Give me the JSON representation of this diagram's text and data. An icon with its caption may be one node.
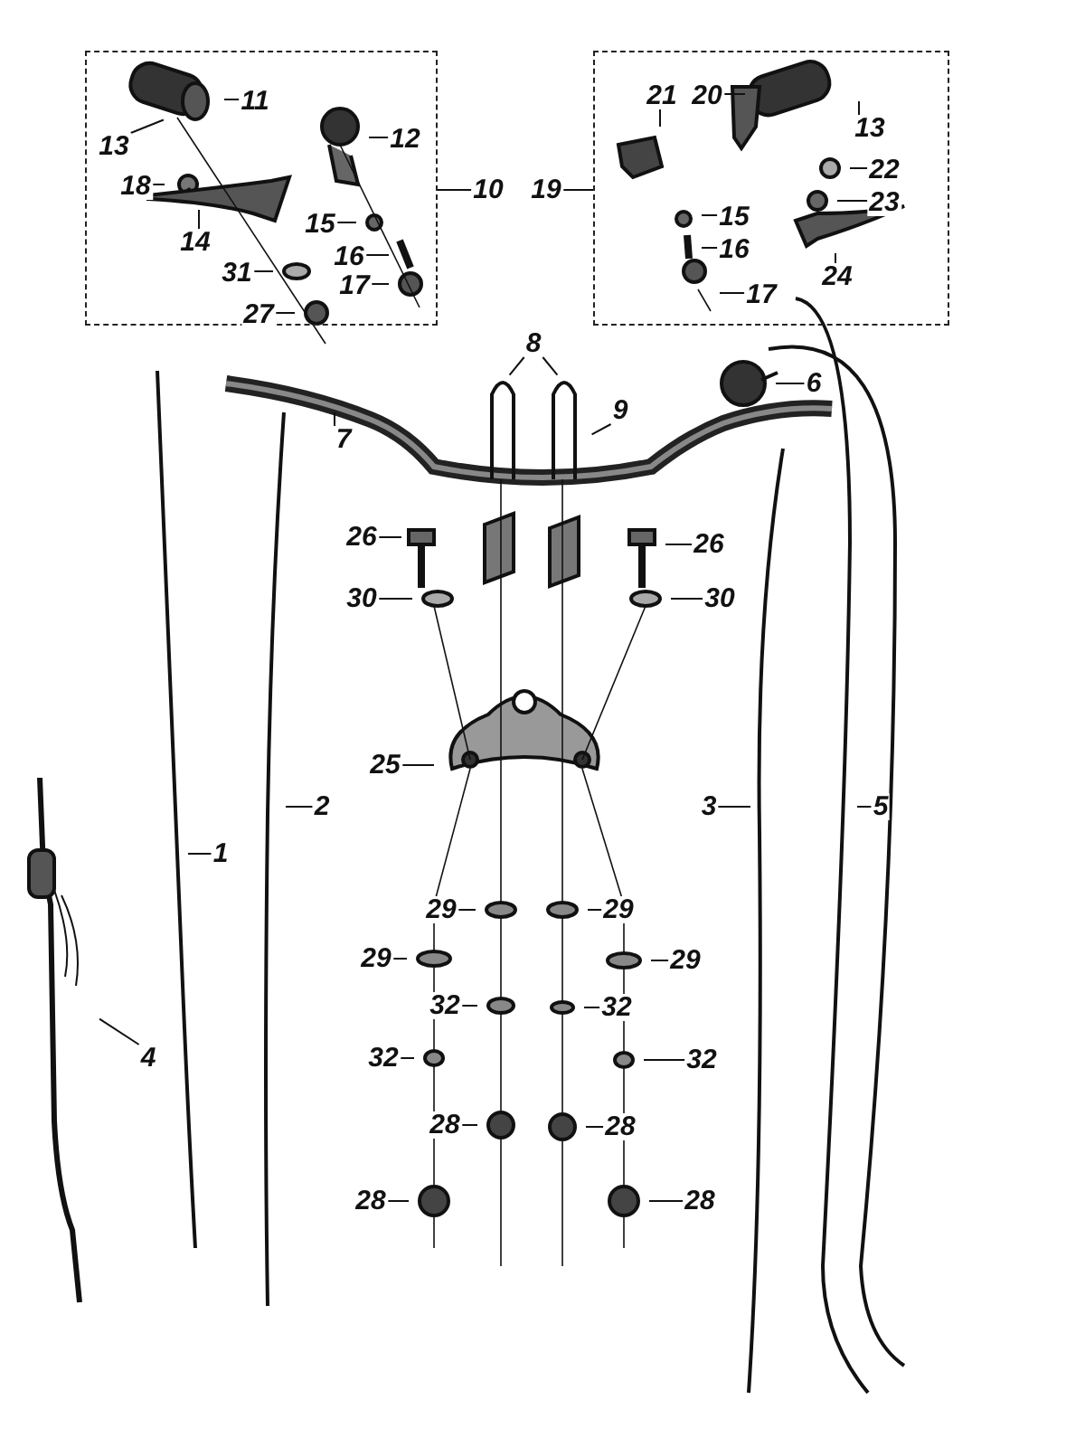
{
  "diagram": {
    "nodes": [
      {
        "text": [],
        "shape": "box"
      },
      {
        "text": [
          "11"
        ],
        "in": 0
      },
      {
        "text": [
          "13"
        ],
        "in": 0
      },
      {
        "text": [
          "18"
        ],
        "in": 0
      },
      {
        "text": [
          "12"
        ],
        "in": 0
      },
      {
        "text": [
          "14"
        ],
        "in": 0
      },
      {
        "text": [
          "15"
        ],
        "in": 0
      },
      {
        "text": [
          "16"
        ],
        "in": 0
      },
      {
        "text": [
          "31"
        ],
        "in": 0
      },
      {
        "text": [
          "17"
        ],
        "in": 0
      },
      {
        "text": [
          "27"
        ],
        "in": 0
      },
      {
        "text": [
          "10"
        ]
      },
      {
        "text": [],
        "shape": "box"
      },
      {
        "text": [
          "19"
        ]
      },
      {
        "text": [
          "21"
        ],
        "in": 12
      },
      {
        "text": [
          "20"
        ],
        "in": 12
      },
      {
        "text": [
          "13"
        ],
        "in": 12
      },
      {
        "text": [
          "22"
        ],
        "in": 12
      },
      {
        "text": [
          "23"
        ],
        "in": 12
      },
      {
        "text": [
          "15"
        ],
        "in": 12
      },
      {
        "text": [
          "16"
        ],
        "in": 12
      },
      {
        "text": [
          "17"
        ],
        "in": 12
      },
      {
        "text": [
          "24"
        ],
        "in": 12
      },
      {
        "text": [
          "8"
        ]
      },
      {
        "text": [
          "6"
        ]
      },
      {
        "text": [
          "7"
        ]
      },
      {
        "text": [
          "9"
        ]
      },
      {
        "text": [
          "26"
        ]
      },
      {
        "text": [
          "26"
        ]
      },
      {
        "text": [
          "30"
        ]
      },
      {
        "text": [
          "30"
        ]
      },
      {
        "text": [
          "25"
        ]
      },
      {
        "text": [
          "1"
        ]
      },
      {
        "text": [
          "2"
        ]
      },
      {
        "text": [
          "3"
        ]
      },
      {
        "text": [
          "5"
        ]
      },
      {
        "text": [
          "4"
        ]
      },
      {
        "text": [
          "29"
        ]
      },
      {
        "text": [
          "29"
        ]
      },
      {
        "text": [
          "29"
        ]
      },
      {
        "text": [
          "29"
        ]
      },
      {
        "text": [
          "32"
        ]
      },
      {
        "text": [
          "32"
        ]
      },
      {
        "text": [
          "32"
        ]
      },
      {
        "text": [
          "32"
        ]
      },
      {
        "text": [
          "28"
        ]
      },
      {
        "text": [
          "28"
        ]
      },
      {
        "text": [
          "28"
        ]
      },
      {
        "text": [
          "28"
        ]
      }
    ],
    "edges": [
      {
        "from": 1,
        "to": null,
        "arrow": "none"
      },
      {
        "from": 2,
        "to": null,
        "arrow": "none"
      },
      {
        "from": 3,
        "to": null,
        "arrow": "none"
      },
      {
        "from": 4,
        "to": null,
        "arrow": "none"
      },
      {
        "from": 5,
        "to": null,
        "arrow": "none"
      },
      {
        "from": 6,
        "to": null,
        "arrow": "none"
      },
      {
        "from": 7,
        "to": null,
        "arrow": "none"
      },
      {
        "from": 8,
        "to": null,
        "arrow": "none"
      },
      {
        "from": 9,
        "to": null,
        "arrow": "none"
      },
      {
        "from": 10,
        "to": null,
        "arrow": "none"
      },
      {
        "from": 11,
        "to": 0,
        "arrow": "none"
      },
      {
        "from": 13,
        "to": 12,
        "arrow": "none"
      },
      {
        "from": 14,
        "to": null,
        "arrow": "none"
      },
      {
        "from": 15,
        "to": null,
        "arrow": "none"
      },
      {
        "from": 16,
        "to": null,
        "arrow": "none"
      },
      {
        "from": 17,
        "to": null,
        "arrow": "none"
      },
      {
        "from": 18,
        "to": null,
        "arrow": "none"
      },
      {
        "from": 19,
        "to": null,
        "arrow": "none"
      },
      {
        "from": 20,
        "to": null,
        "arrow": "none"
      },
      {
        "from": 21,
        "to": null,
        "arrow": "none"
      },
      {
        "from": 22,
        "to": null,
        "arrow": "none"
      },
      {
        "from": 23,
        "to": null,
        "arrow": "none"
      },
      {
        "from": 23,
        "to": null,
        "arrow": "none"
      },
      {
        "from": 24,
        "to": null,
        "arrow": "none"
      },
      {
        "from": 25,
        "to": null,
        "arrow": "none"
      },
      {
        "from": 26,
        "to": null,
        "arrow": "none"
      },
      {
        "from": 27,
        "to": null,
        "arrow": "none"
      },
      {
        "from": 28,
        "to": null,
        "arrow": "none"
      },
      {
        "from": 29,
        "to": null,
        "arrow": "none"
      },
      {
        "from": 30,
        "to": null,
        "arrow": "none"
      },
      {
        "from": 31,
        "to": null,
        "arrow": "none"
      },
      {
        "from": 32,
        "to": null,
        "arrow": "none"
      },
      {
        "from": 33,
        "to": null,
        "arrow": "none"
      },
      {
        "from": 34,
        "to": null,
        "arrow": "none"
      },
      {
        "from": 35,
        "to": null,
        "arrow": "none"
      },
      {
        "from": 36,
        "to": null,
        "arrow": "none"
      },
      {
        "from": 37,
        "to": null,
        "arrow": "none"
      },
      {
        "from": 38,
        "to": null,
        "arrow": "none"
      },
      {
        "from": 39,
        "to": null,
        "arrow": "none"
      },
      {
        "from": 40,
        "to": null,
        "arrow": "none"
      },
      {
        "from": 41,
        "to": null,
        "arrow": "none"
      },
      {
        "from": 42,
        "to": null,
        "arrow": "none"
      },
      {
        "from": 43,
        "to": null,
        "arrow": "none"
      },
      {
        "from": 44,
        "to": null,
        "arrow": "none"
      },
      {
        "from": 45,
        "to": null,
        "arrow": "none"
      },
      {
        "from": 46,
        "to": null,
        "arrow": "none"
      },
      {
        "from": 47,
        "to": null,
        "arrow": "none"
      },
      {
        "from": 48,
        "to": null,
        "arrow": "none"
      }
    ]
  }
}
